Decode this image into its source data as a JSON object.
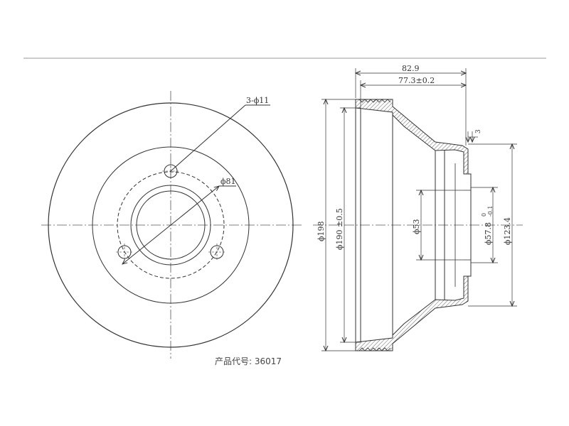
{
  "caption": {
    "product_code_label": "产品代号:",
    "product_code_value": "36017"
  },
  "front_view": {
    "hole_label": "3-ϕ11",
    "bolt_circle_label": "ϕ81"
  },
  "side_view": {
    "overall_depth": "82.9",
    "flange_depth": "77.3±0.2",
    "outer_diameter": "ϕ198",
    "braking_diameter": "ϕ190 ±0.5",
    "hub_bore": "ϕ53",
    "pilot_bore": "ϕ57.8",
    "pilot_tol_upper": "0",
    "pilot_tol_lower": "-0.1",
    "mount_diameter": "ϕ123.4",
    "thickness": "3"
  },
  "colors": {
    "line": "#333333",
    "hatch": "#666666",
    "header_rule": "#cccccc"
  }
}
